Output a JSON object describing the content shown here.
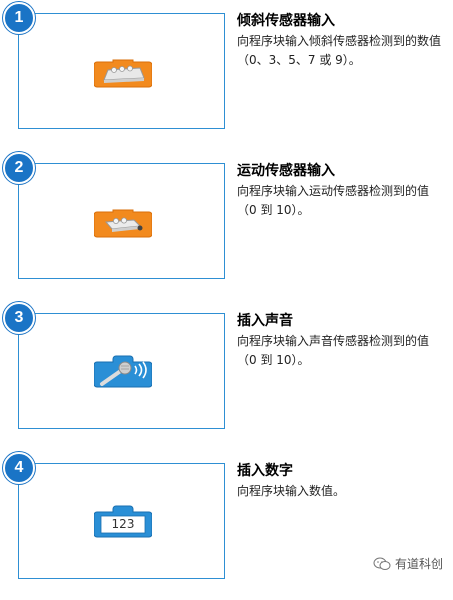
{
  "items": [
    {
      "number": "1",
      "title": "倾斜传感器输入",
      "desc_line1": "向程序块输入倾斜传感器检测到的数值",
      "desc_line2": "（0、3、5、7 或 9）。",
      "block_icon": "tilt-sensor-block-icon",
      "block_color": "#f28a1e"
    },
    {
      "number": "2",
      "title": "运动传感器输入",
      "desc_line1": "向程序块输入运动传感器检测到的值",
      "desc_line2": "（0 到 10）。",
      "block_icon": "motion-sensor-block-icon",
      "block_color": "#f28a1e"
    },
    {
      "number": "3",
      "title": "插入声音",
      "desc_line1": "向程序块输入声音传感器检测到的值",
      "desc_line2": "（0 到 10）。",
      "block_icon": "sound-microphone-block-icon",
      "block_color": "#2a8fd6"
    },
    {
      "number": "4",
      "title": "插入数字",
      "desc_line1": "向程序块输入数值。",
      "desc_line2": "",
      "block_icon": "number-input-block-icon",
      "block_color": "#2a8fd6",
      "block_value": "123"
    }
  ],
  "watermark": {
    "text": "有道科创",
    "icon": "wechat-icon"
  }
}
